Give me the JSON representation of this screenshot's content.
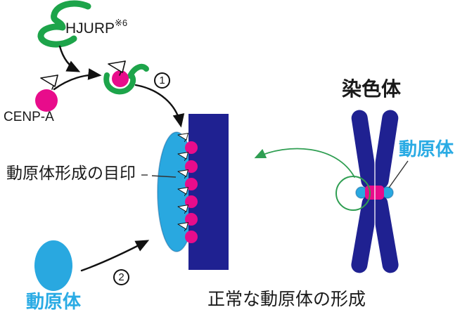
{
  "diagram": {
    "labels": {
      "hjurp": "HJURP",
      "hjurp_note": "※6",
      "cenp_a": "CENP-A",
      "mark": "動原体形成の目印",
      "kinetochore_left": "動原体",
      "kinetochore_right": "動原体",
      "chromosome": "染色体",
      "caption": "正常な動原体の形成"
    },
    "steps": {
      "one": "1",
      "two": "2"
    },
    "colors": {
      "navy": "#1f2191",
      "cyan": "#29a8e0",
      "magenta": "#e80c8b",
      "green": "#1da44a",
      "green_arrow": "#2f9e52",
      "cyan_text": "#2aabe4",
      "ink": "#1a1a1a"
    }
  }
}
